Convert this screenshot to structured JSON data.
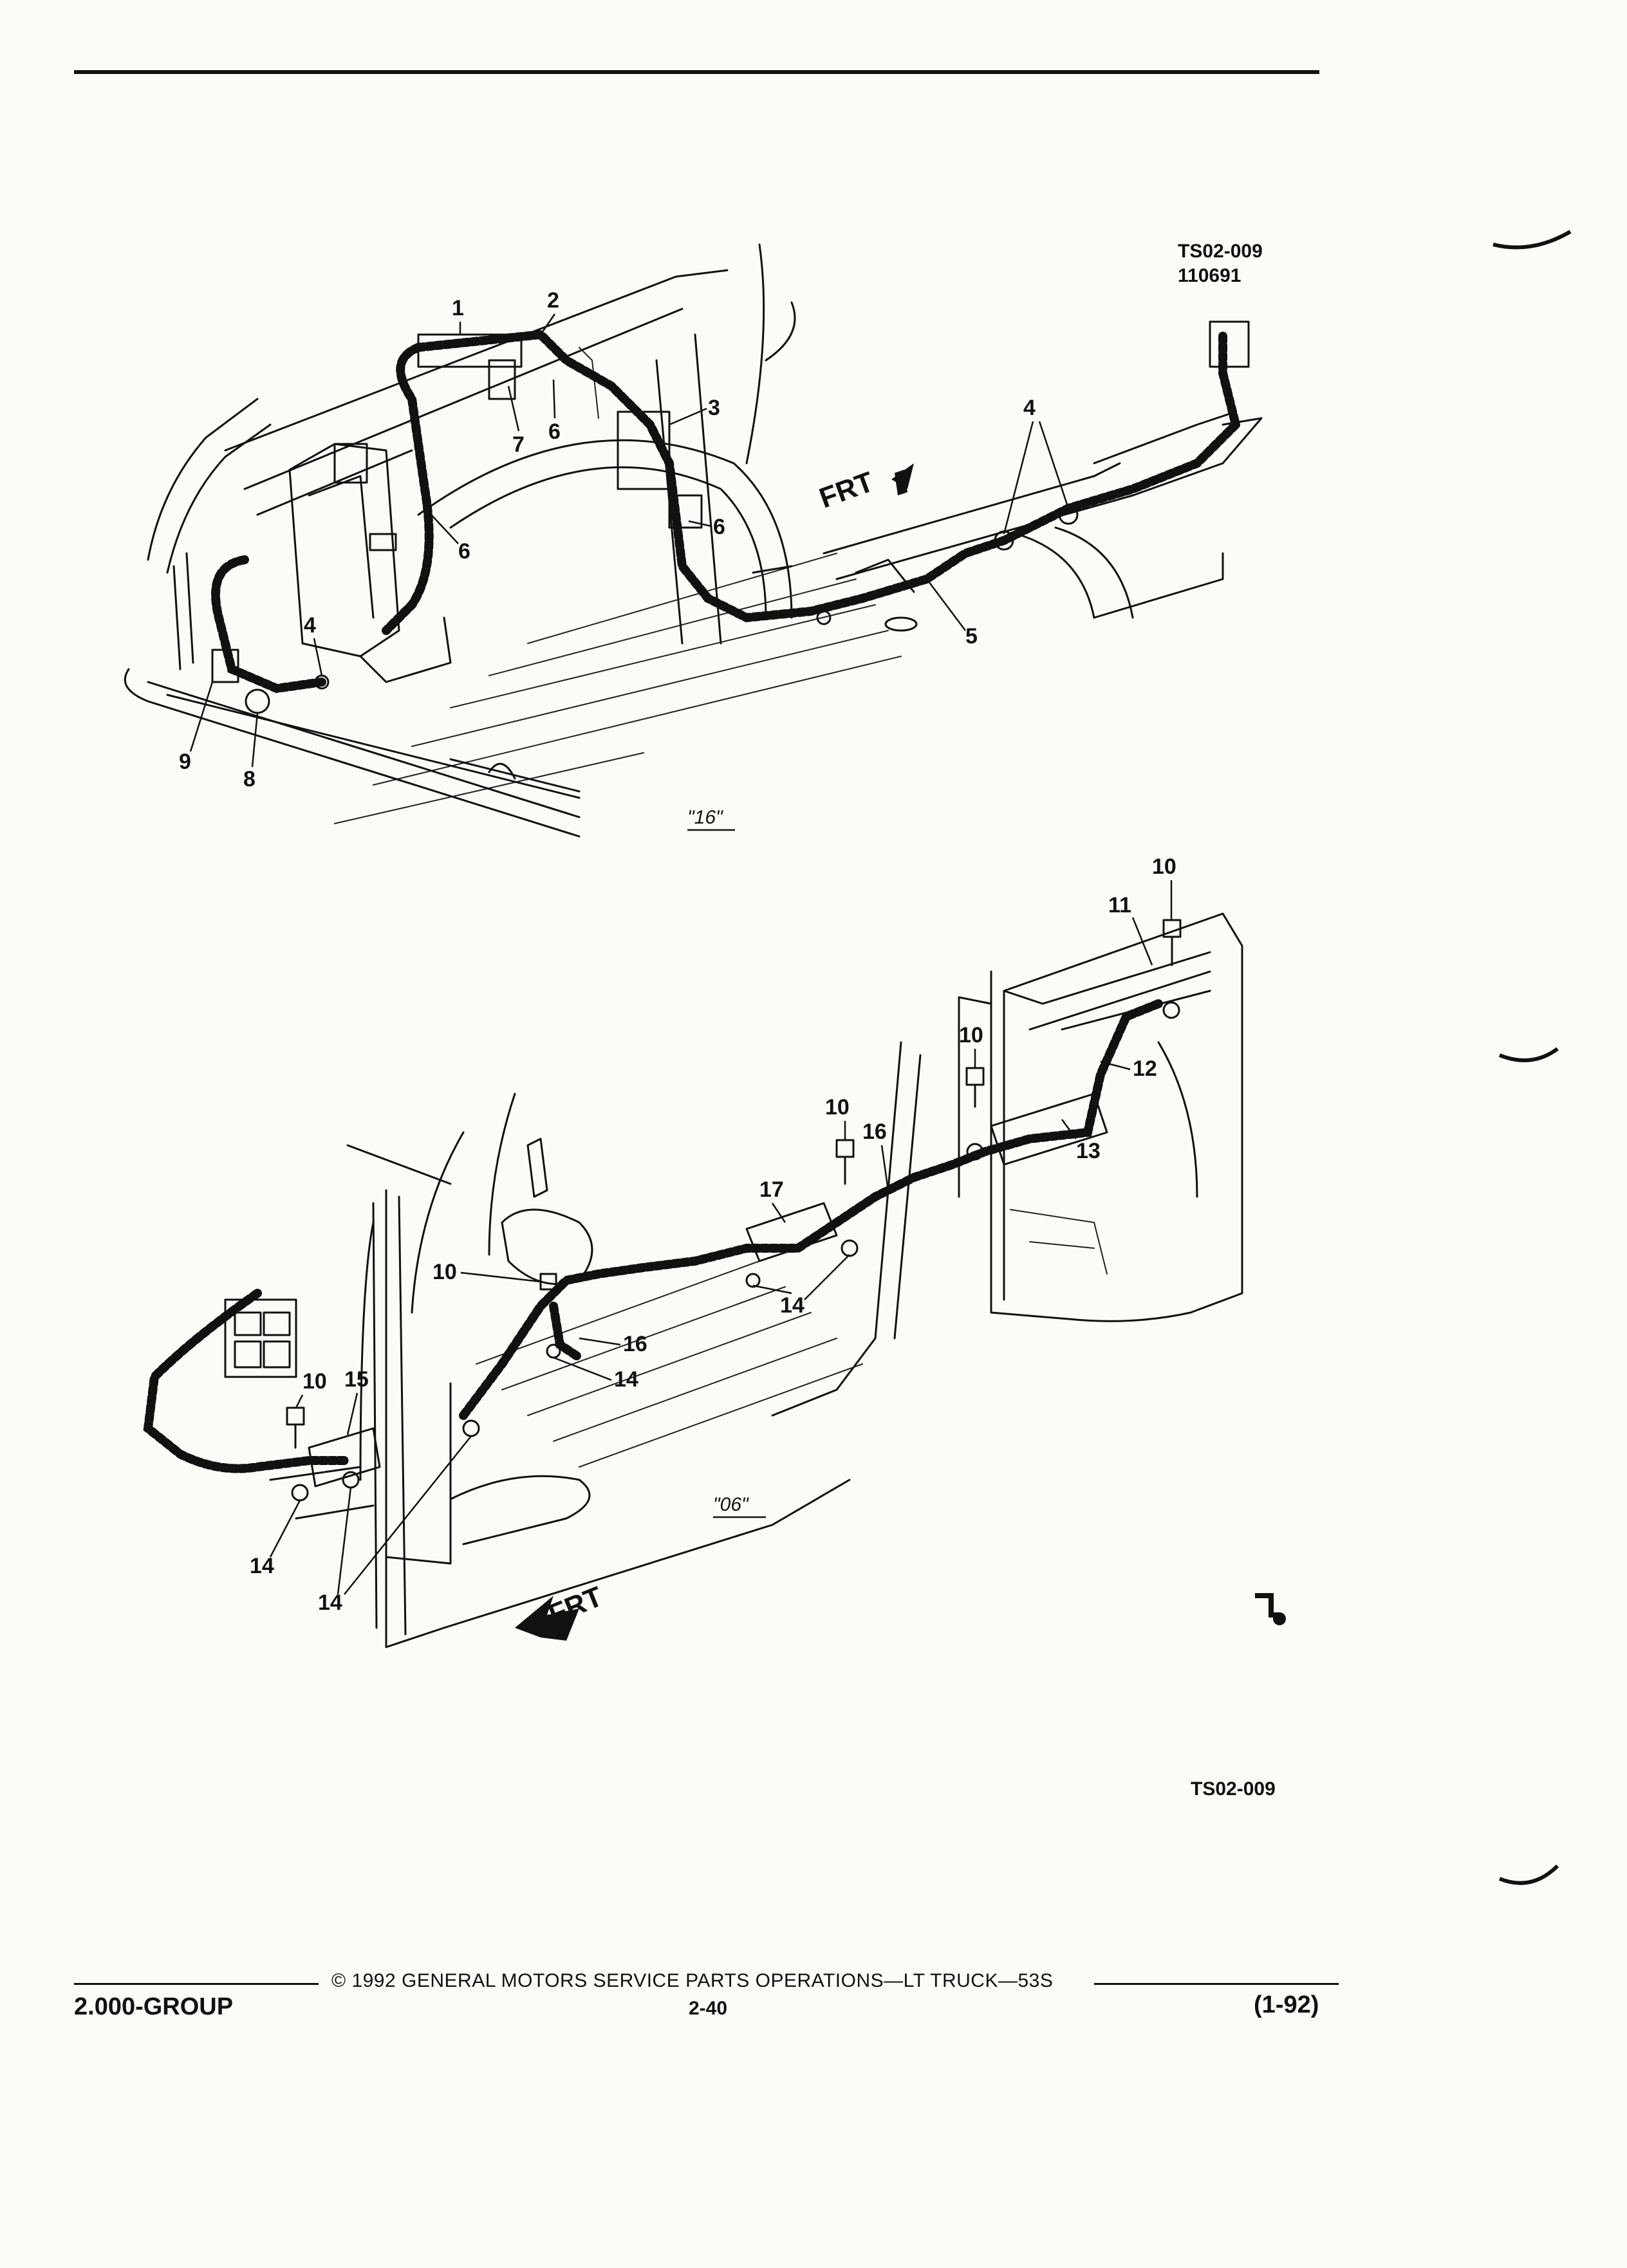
{
  "figure": {
    "id_top": "TS02-009",
    "id_top_date": "110691",
    "id_bottom": "TS02-009",
    "view_a_caption": "\"16\"",
    "view_b_caption": "\"06\"",
    "frt_label": "FRT"
  },
  "callouts": {
    "c1": "1",
    "c2": "2",
    "c3": "3",
    "c4": "4",
    "c5": "5",
    "c6": "6",
    "c7": "7",
    "c8": "8",
    "c9": "9",
    "c10": "10",
    "c11": "11",
    "c12": "12",
    "c13": "13",
    "c14": "14",
    "c15": "15",
    "c16": "16",
    "c17": "17"
  },
  "footer": {
    "copyright": "© 1992 GENERAL MOTORS SERVICE PARTS OPERATIONS—LT TRUCK—53S",
    "group": "2.000-GROUP",
    "page": "2-40",
    "date": "(1-92)"
  }
}
